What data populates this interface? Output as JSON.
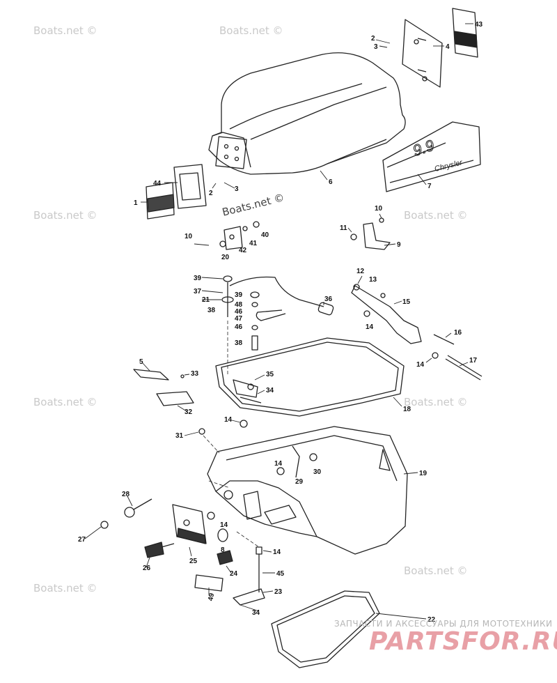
{
  "watermark": "Boats.net ©",
  "decal_number": "9.9",
  "decal_brand": "Chrysler",
  "site": {
    "tagline": "ЗАПЧАСТИ И АКСЕССУАРЫ ДЛЯ МОТОТЕХНИКИ",
    "logo": "PARTSFOR.RU"
  },
  "callouts": [
    {
      "id": "c43",
      "text": "43"
    },
    {
      "id": "c2a",
      "text": "2"
    },
    {
      "id": "c3a",
      "text": "3"
    },
    {
      "id": "c4",
      "text": "4"
    },
    {
      "id": "c6",
      "text": "6"
    },
    {
      "id": "c7",
      "text": "7"
    },
    {
      "id": "c44",
      "text": "44"
    },
    {
      "id": "c2b",
      "text": "2"
    },
    {
      "id": "c3b",
      "text": "3"
    },
    {
      "id": "c1",
      "text": "1"
    },
    {
      "id": "c40",
      "text": "40"
    },
    {
      "id": "c41",
      "text": "41"
    },
    {
      "id": "c42",
      "text": "42"
    },
    {
      "id": "c10a",
      "text": "10"
    },
    {
      "id": "c20",
      "text": "20"
    },
    {
      "id": "c10b",
      "text": "10"
    },
    {
      "id": "c11",
      "text": "11"
    },
    {
      "id": "c9",
      "text": "9"
    },
    {
      "id": "c39a",
      "text": "39"
    },
    {
      "id": "c37",
      "text": "37"
    },
    {
      "id": "c21",
      "text": "21"
    },
    {
      "id": "c38a",
      "text": "38"
    },
    {
      "id": "c39b",
      "text": "39"
    },
    {
      "id": "c48",
      "text": "48"
    },
    {
      "id": "c46a",
      "text": "46"
    },
    {
      "id": "c47",
      "text": "47"
    },
    {
      "id": "c46b",
      "text": "46"
    },
    {
      "id": "c38b",
      "text": "38"
    },
    {
      "id": "c36",
      "text": "36"
    },
    {
      "id": "c12",
      "text": "12"
    },
    {
      "id": "c13",
      "text": "13"
    },
    {
      "id": "c15",
      "text": "15"
    },
    {
      "id": "c14a",
      "text": "14"
    },
    {
      "id": "c16",
      "text": "16"
    },
    {
      "id": "c14b",
      "text": "14"
    },
    {
      "id": "c17",
      "text": "17"
    },
    {
      "id": "c5",
      "text": "5"
    },
    {
      "id": "c33",
      "text": "33"
    },
    {
      "id": "c35",
      "text": "35"
    },
    {
      "id": "c34a",
      "text": "34"
    },
    {
      "id": "c32",
      "text": "32"
    },
    {
      "id": "c18",
      "text": "18"
    },
    {
      "id": "c14c",
      "text": "14"
    },
    {
      "id": "c31",
      "text": "31"
    },
    {
      "id": "c14d",
      "text": "14"
    },
    {
      "id": "c29",
      "text": "29"
    },
    {
      "id": "c30",
      "text": "30"
    },
    {
      "id": "c19",
      "text": "19"
    },
    {
      "id": "c28",
      "text": "28"
    },
    {
      "id": "c14e",
      "text": "14"
    },
    {
      "id": "c27",
      "text": "27"
    },
    {
      "id": "c8",
      "text": "8"
    },
    {
      "id": "c25",
      "text": "25"
    },
    {
      "id": "c14f",
      "text": "14"
    },
    {
      "id": "c24",
      "text": "24"
    },
    {
      "id": "c26",
      "text": "26"
    },
    {
      "id": "c45",
      "text": "45"
    },
    {
      "id": "c49",
      "text": "49"
    },
    {
      "id": "c23",
      "text": "23"
    },
    {
      "id": "c34b",
      "text": "34"
    },
    {
      "id": "c22",
      "text": "22"
    }
  ]
}
